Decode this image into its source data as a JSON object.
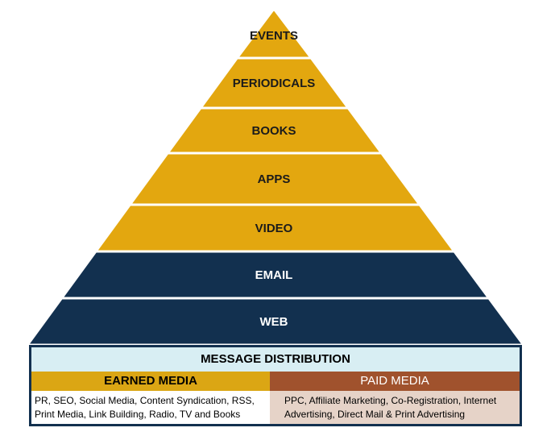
{
  "pyramid": {
    "layers": [
      {
        "label": "EVENTS",
        "fill": "#e3a70f",
        "text_color": "#1b1b1b"
      },
      {
        "label": "PERIODICALS",
        "fill": "#e3a70f",
        "text_color": "#1b1b1b"
      },
      {
        "label": "BOOKS",
        "fill": "#e3a70f",
        "text_color": "#1b1b1b"
      },
      {
        "label": "APPS",
        "fill": "#e3a70f",
        "text_color": "#1b1b1b"
      },
      {
        "label": "VIDEO",
        "fill": "#e3a70f",
        "text_color": "#1b1b1b"
      },
      {
        "label": "EMAIL",
        "fill": "#12304f",
        "text_color": "#ffffff"
      },
      {
        "label": "WEB",
        "fill": "#12304f",
        "text_color": "#ffffff"
      }
    ]
  },
  "distribution": {
    "title": "MESSAGE DISTRIBUTION",
    "earned": {
      "label": "EARNED MEDIA",
      "text": "PR, SEO, Social Media, Content Syndication, RSS, Print Media, Link Building, Radio, TV and Books"
    },
    "paid": {
      "label": "PAID MEDIA",
      "text": "PPC, Affiliate Marketing, Co-Registration, Internet Advertising, Direct Mail & Print Advertising"
    }
  }
}
